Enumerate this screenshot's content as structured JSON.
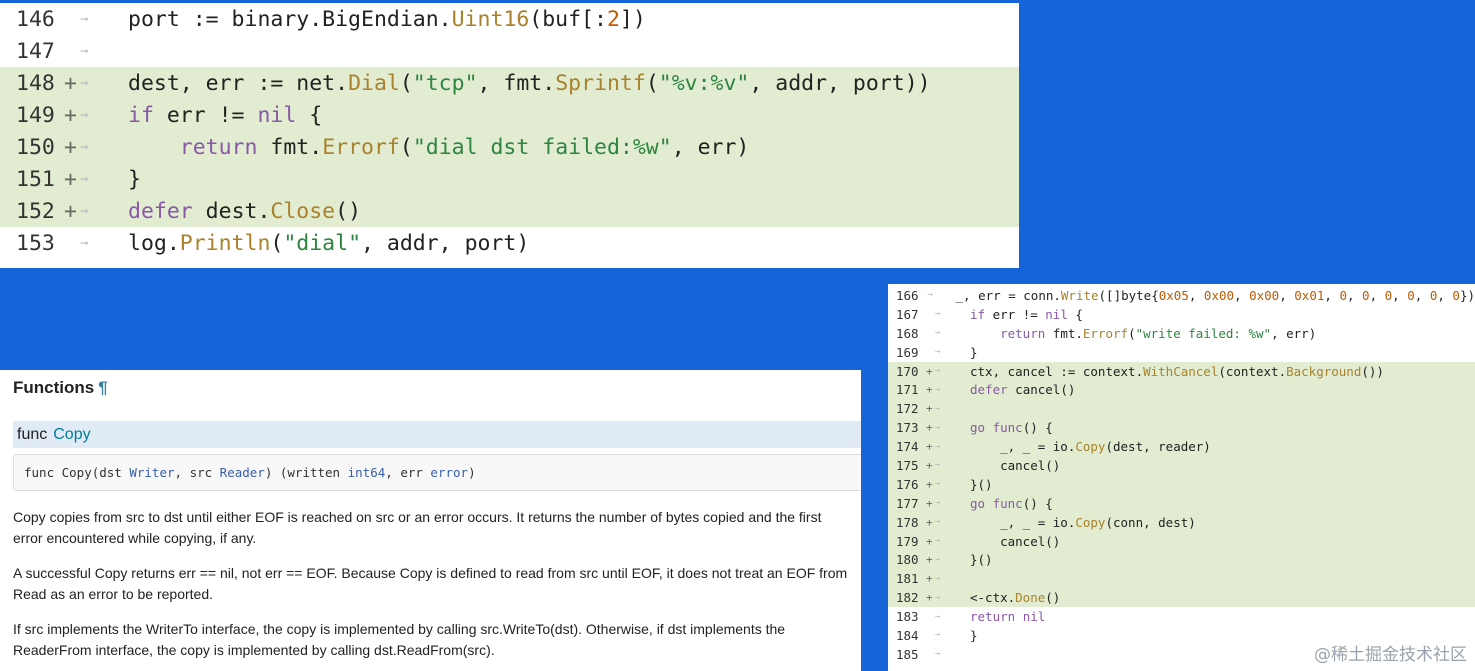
{
  "diff_large": {
    "lines": [
      {
        "num": "146",
        "marker": "",
        "added": false,
        "code": "port := binary.BigEndian.Uint16(buf[:2])"
      },
      {
        "num": "147",
        "marker": "",
        "added": false,
        "code": ""
      },
      {
        "num": "148",
        "marker": "+",
        "added": true,
        "code": "dest, err := net.Dial(\"tcp\", fmt.Sprintf(\"%v:%v\", addr, port))"
      },
      {
        "num": "149",
        "marker": "+",
        "added": true,
        "code": "if err != nil {"
      },
      {
        "num": "150",
        "marker": "+",
        "added": true,
        "code": "    return fmt.Errorf(\"dial dst failed:%w\", err)"
      },
      {
        "num": "151",
        "marker": "+",
        "added": true,
        "code": "}"
      },
      {
        "num": "152",
        "marker": "+",
        "added": true,
        "code": "defer dest.Close()"
      },
      {
        "num": "153",
        "marker": "",
        "added": false,
        "code": "log.Println(\"dial\", addr, port)"
      }
    ]
  },
  "docs": {
    "heading": "Functions",
    "pilcrow": "¶",
    "func_keyword": "func",
    "func_name": "Copy",
    "signature": {
      "p1": "func Copy(dst ",
      "t1": "Writer",
      "p2": ", src ",
      "t2": "Reader",
      "p3": ") (written ",
      "t3": "int64",
      "p4": ", err ",
      "t4": "error",
      "p5": ")"
    },
    "paragraphs": [
      "Copy copies from src to dst until either EOF is reached on src or an error occurs. It returns the number of bytes copied and the first error encountered while copying, if any.",
      "A successful Copy returns err == nil, not err == EOF. Because Copy is defined to read from src until EOF, it does not treat an EOF from Read as an error to be reported.",
      "If src implements the WriterTo interface, the copy is implemented by calling src.WriteTo(dst). Otherwise, if dst implements the ReaderFrom interface, the copy is implemented by calling dst.ReadFrom(src)."
    ]
  },
  "diff_small": {
    "lines": [
      {
        "num": "166",
        "marker": "",
        "added": false,
        "code": "_, err = conn.Write([]byte{0x05, 0x00, 0x00, 0x01, 0, 0, 0, 0, 0, 0})"
      },
      {
        "num": "167",
        "marker": "",
        "added": false,
        "code": "if err != nil {"
      },
      {
        "num": "168",
        "marker": "",
        "added": false,
        "code": "    return fmt.Errorf(\"write failed: %w\", err)"
      },
      {
        "num": "169",
        "marker": "",
        "added": false,
        "code": "}"
      },
      {
        "num": "170",
        "marker": "+",
        "added": true,
        "code": "ctx, cancel := context.WithCancel(context.Background())"
      },
      {
        "num": "171",
        "marker": "+",
        "added": true,
        "code": "defer cancel()"
      },
      {
        "num": "172",
        "marker": "+",
        "added": true,
        "code": ""
      },
      {
        "num": "173",
        "marker": "+",
        "added": true,
        "code": "go func() {"
      },
      {
        "num": "174",
        "marker": "+",
        "added": true,
        "code": "    _, _ = io.Copy(dest, reader)"
      },
      {
        "num": "175",
        "marker": "+",
        "added": true,
        "code": "    cancel()"
      },
      {
        "num": "176",
        "marker": "+",
        "added": true,
        "code": "}()"
      },
      {
        "num": "177",
        "marker": "+",
        "added": true,
        "code": "go func() {"
      },
      {
        "num": "178",
        "marker": "+",
        "added": true,
        "code": "    _, _ = io.Copy(conn, dest)"
      },
      {
        "num": "179",
        "marker": "+",
        "added": true,
        "code": "    cancel()"
      },
      {
        "num": "180",
        "marker": "+",
        "added": true,
        "code": "}()"
      },
      {
        "num": "181",
        "marker": "+",
        "added": true,
        "code": ""
      },
      {
        "num": "182",
        "marker": "+",
        "added": true,
        "code": "<-ctx.Done()"
      },
      {
        "num": "183",
        "marker": "",
        "added": false,
        "code": "return nil"
      },
      {
        "num": "184",
        "marker": "",
        "added": false,
        "code": "}"
      },
      {
        "num": "185",
        "marker": "",
        "added": false,
        "code": ""
      }
    ]
  },
  "arrow_glyph": "→",
  "watermark": "@稀土掘金技术社区",
  "colors": {
    "background": "#1565d8",
    "added_line": "#e1ecd1",
    "func_bar": "#e0ebf5"
  }
}
